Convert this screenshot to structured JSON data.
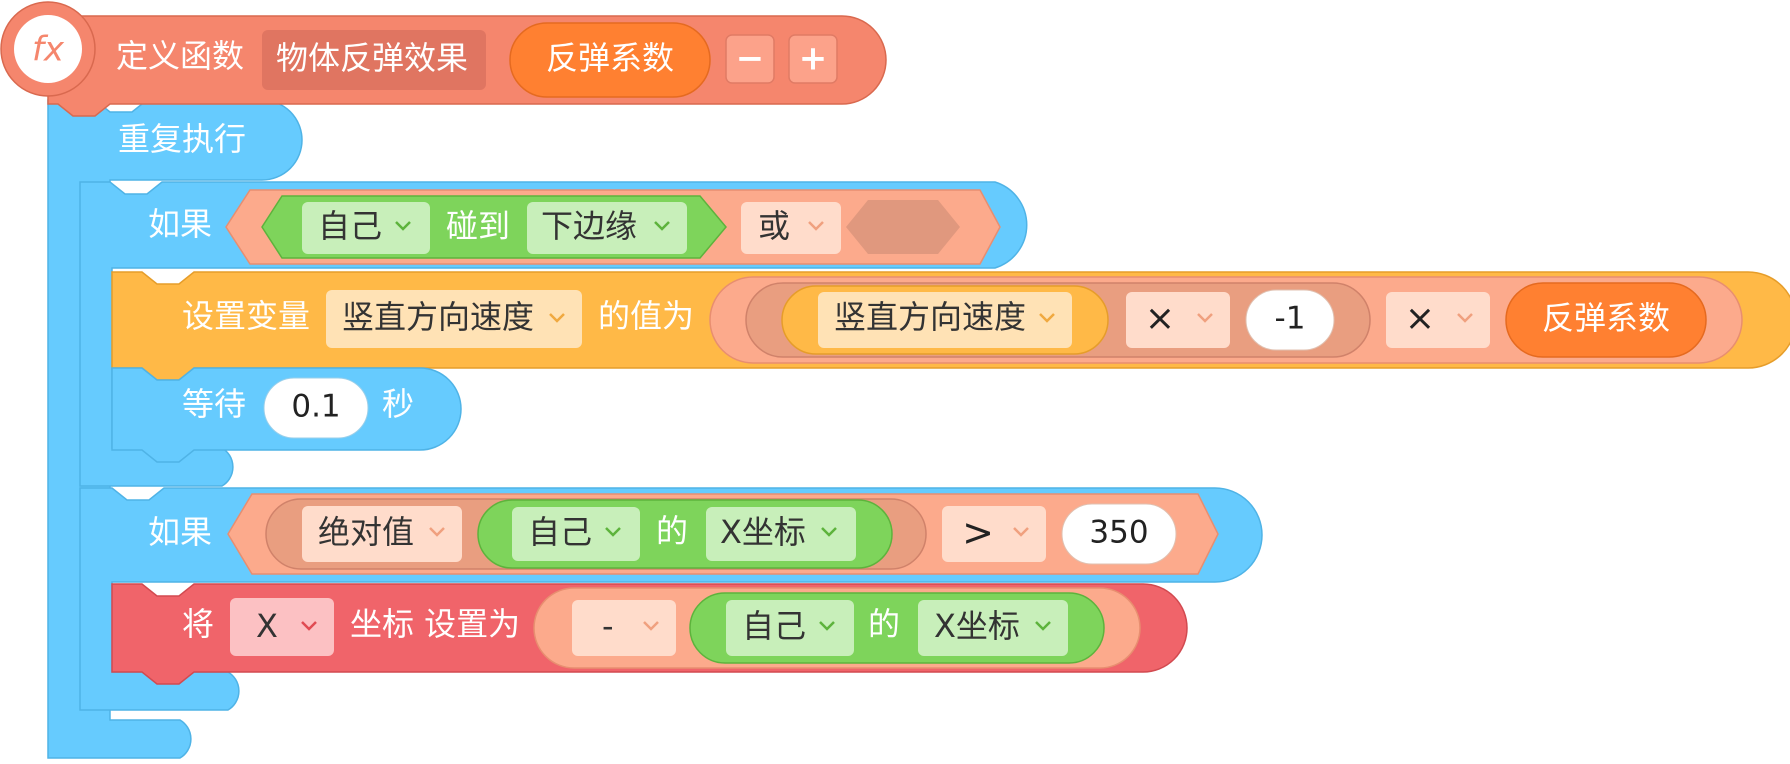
{
  "function_block": {
    "keyword": "定义函数",
    "name": "物体反弹效果",
    "param": "反弹系数",
    "minus_label": "−",
    "plus_label": "+",
    "fx_icon_text": "fx"
  },
  "repeat_block": {
    "label": "重复执行"
  },
  "if1": {
    "label": "如果",
    "touch": {
      "subject": "自己",
      "verb": "碰到",
      "target": "下边缘"
    },
    "or_label": "或"
  },
  "set_var": {
    "label": "设置变量",
    "var_name": "竖直方向速度",
    "value_label": "的值为",
    "operand_var": "竖直方向速度",
    "op1": "×",
    "num": "-1",
    "op2": "×",
    "param": "反弹系数"
  },
  "wait": {
    "label": "等待",
    "value": "0.1",
    "unit": "秒"
  },
  "if2": {
    "label": "如果",
    "abs_label": "绝对值",
    "subject": "自己",
    "of_label": "的",
    "prop": "X坐标",
    "op": ">",
    "value": "350"
  },
  "set_coord": {
    "label_pre": "将",
    "axis": "X",
    "label_post": "坐标 设置为",
    "neg": "-",
    "subject": "自己",
    "of_label": "的",
    "prop": "X坐标"
  },
  "colors": {
    "function": "#F5866D",
    "control": "#5FC8FD",
    "variable": "#FFB947",
    "motion": "#F0646A",
    "sensing": "#7ED45B",
    "operator": "#FCAA8C",
    "param": "#FF8031"
  }
}
